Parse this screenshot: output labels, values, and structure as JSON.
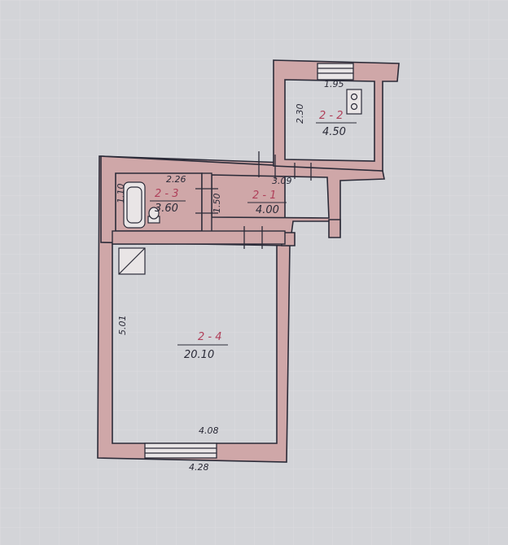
{
  "plan": {
    "colors": {
      "paper": "#d3d4d8",
      "grid": "#dfe0e3",
      "wall": "#cfa7a8",
      "ink": "#2b2b38",
      "room_id": "#b0405a"
    },
    "rooms": [
      {
        "key": "living",
        "id": "2 - 4",
        "area": "20.10"
      },
      {
        "key": "corridor",
        "id": "2 - 1",
        "area": "4.00"
      },
      {
        "key": "bath",
        "id": "2 - 3",
        "area": "3.60"
      },
      {
        "key": "kitchen",
        "id": "2 - 2",
        "area": "4.50"
      }
    ],
    "dimensions": {
      "kitchen_width": "1.95",
      "kitchen_depth": "2.30",
      "corridor_width": "3.09",
      "bath_width": "2.26",
      "bath_depth": "1.50",
      "bath_tub": "1.10",
      "living_depth": "5.01",
      "living_width": "4.08",
      "outer_width": "4.28"
    }
  }
}
